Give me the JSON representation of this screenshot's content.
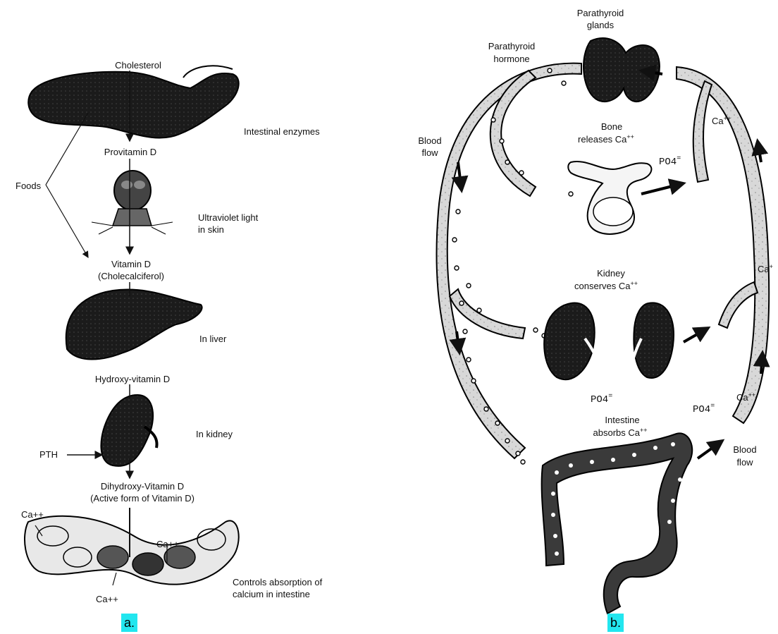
{
  "panel_a": {
    "letter": "a.",
    "labels": {
      "cholesterol": "Cholesterol",
      "intestinal_enzymes": "Intestinal enzymes",
      "provitamin_d": "Provitamin D",
      "foods": "Foods",
      "ultraviolet_1": "Ultraviolet light",
      "ultraviolet_2": "in skin",
      "vitamin_d": "Vitamin D",
      "cholecalciferol": "(Cholecalciferol)",
      "in_liver": "In liver",
      "hydroxy": "Hydroxy-vitamin D",
      "in_kidney": "In kidney",
      "pth": "PTH",
      "dihydroxy": "Dihydroxy-Vitamin D",
      "active_form": "(Active form of Vitamin D)",
      "ca_1": "Ca++",
      "ca_2": "Ca++",
      "ca_3": "Ca++",
      "controls_1": "Controls absorption of",
      "controls_2": "calcium in intestine"
    }
  },
  "panel_b": {
    "letter": "b.",
    "labels": {
      "parathyroid_glands_1": "Parathyroid",
      "parathyroid_glands_2": "glands",
      "parathyroid_hormone_1": "Parathyroid",
      "parathyroid_hormone_2": "hormone",
      "blood_flow_left_1": "Blood",
      "blood_flow_left_2": "flow",
      "bone_1": "Bone",
      "bone_2": "releases Ca",
      "bone_2_sup": "++",
      "po4_bone": "PO4",
      "kidney_1": "Kidney",
      "kidney_2": "conserves Ca",
      "kidney_2_sup": "++",
      "po4_kidney": "PO4",
      "po4_intestine": "PO4",
      "intestine_1": "Intestine",
      "intestine_2": "absorbs Ca",
      "intestine_2_sup": "++",
      "blood_flow_right_1": "Blood",
      "blood_flow_right_2": "flow",
      "ca_top": "Ca",
      "ca_top_sup": "++",
      "ca_mid": "Ca",
      "ca_mid_sup": "+",
      "ca_low": "Ca",
      "ca_low_sup": "++",
      "po4_sub": "4",
      "po4_sup": "="
    }
  }
}
